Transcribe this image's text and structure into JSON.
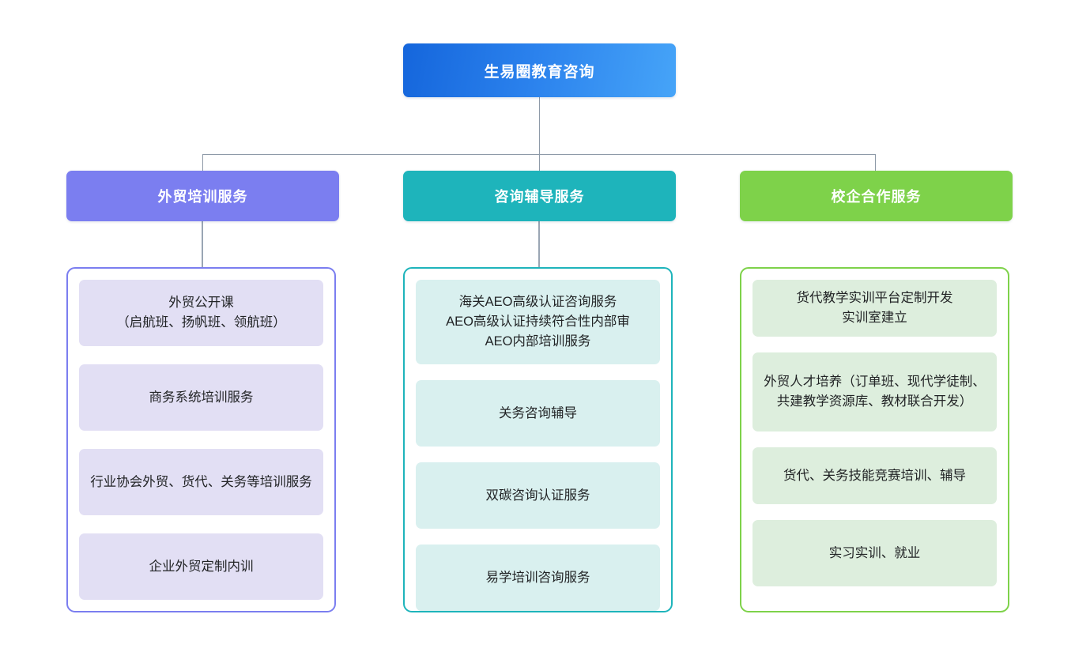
{
  "diagram": {
    "type": "organization-tree",
    "background": "#ffffff",
    "root": {
      "label": "生易圈教育咨询",
      "color_start": "#1566dc",
      "color_end": "#46a4f8"
    },
    "branches": [
      {
        "header": "外贸培训服务",
        "color": "#7b7ef0",
        "card_fill": "#e2dff4",
        "items": [
          "外贸公开课\n（启航班、扬帆班、领航班）",
          "商务系统培训服务",
          "行业协会外贸、货代、关务等培训服务",
          "企业外贸定制内训"
        ]
      },
      {
        "header": "咨询辅导服务",
        "color": "#1eb4bb",
        "card_fill": "#d9f0ef",
        "items": [
          "海关AEO高级认证咨询服务\nAEO高级认证持续符合性内部审\nAEO内部培训服务",
          "关务咨询辅导",
          "双碳咨询认证服务",
          "易学培训咨询服务"
        ]
      },
      {
        "header": "校企合作服务",
        "color": "#7ed24a",
        "card_fill": "#ddeedd",
        "items": [
          "货代教学实训平台定制开发\n实训室建立",
          "外贸人才培养（订单班、现代学徒制、共建教学资源库、教材联合开发）",
          "货代、关务技能竞赛培训、辅导",
          "实习实训、就业"
        ]
      }
    ],
    "connector_color": "#8e9aa8"
  }
}
